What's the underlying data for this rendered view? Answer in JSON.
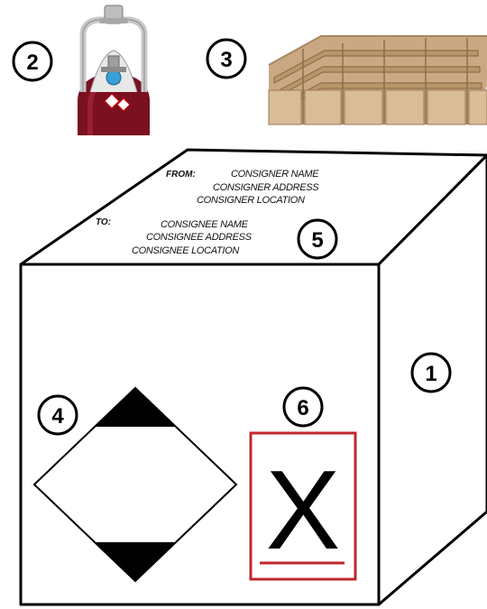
{
  "callouts": {
    "box": "1",
    "cylinder": "2",
    "dividers": "3",
    "limited_quantity_mark": "4",
    "address_block": "5",
    "excepted_quantity_mark": "6"
  },
  "address": {
    "from_label": "FROM:",
    "consigner_name": "CONSIGNER NAME",
    "consigner_address": "CONSIGNER ADDRESS",
    "consigner_location": "CONSIGNER LOCATION",
    "to_label": "TO:",
    "consignee_name": "CONSIGNEE NAME",
    "consignee_address": "CONSIGNEE ADDRESS",
    "consignee_location": "CONSIGNEE LOCATION"
  },
  "excepted_mark_letter": "X",
  "colors": {
    "outline": "#000000",
    "excepted_border": "#c0272d",
    "cylinder_body": "#7a1020",
    "valve_blue": "#3aa0d8",
    "cardboard": "#c9a883"
  }
}
